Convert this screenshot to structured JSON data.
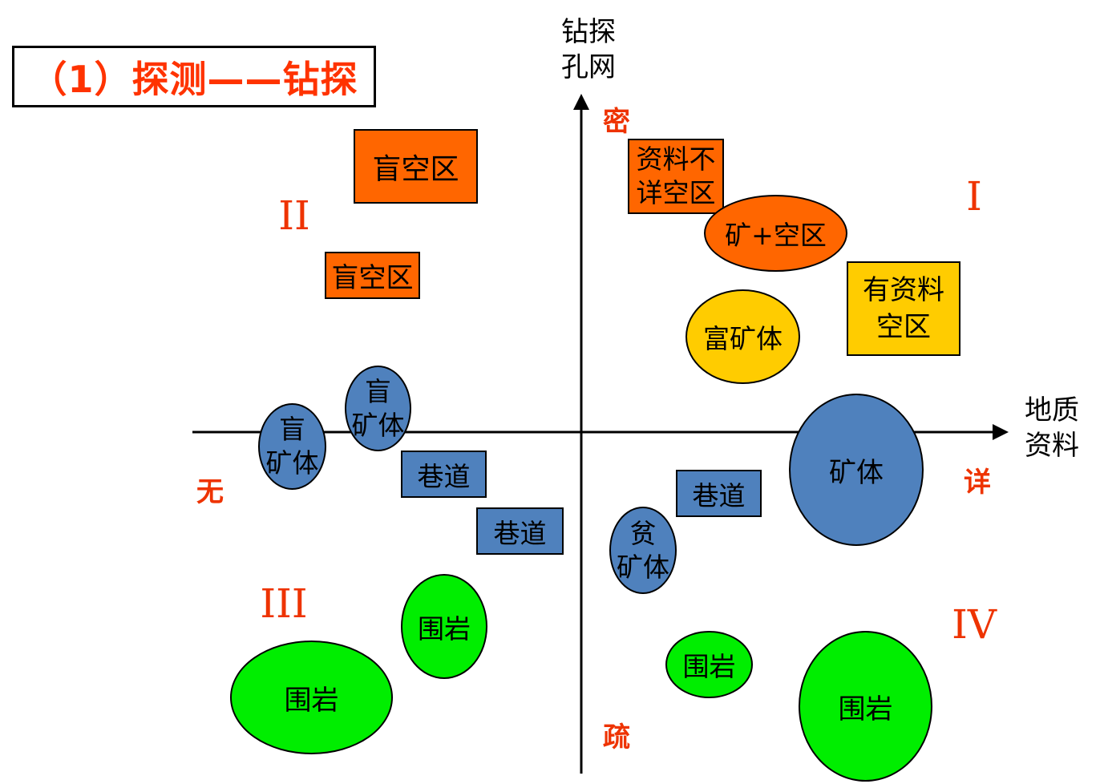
{
  "title": "（1）探测——钻探",
  "axes": {
    "y_label": "钻探\n孔网",
    "x_label": "地质\n资料",
    "y_top": "密",
    "y_bottom": "疏",
    "x_left": "无",
    "x_right": "详"
  },
  "quadrants": {
    "q1": "I",
    "q2": "II",
    "q3": "III",
    "q4": "IV"
  },
  "colors": {
    "orange": "#ff6600",
    "yellow": "#ffcc00",
    "blue": "#4f81bd",
    "green": "#00ee00",
    "accent_red": "#ee3300"
  },
  "shapes": {
    "blind_void_1": "盲空区",
    "blind_void_2": "盲空区",
    "unclear_data_void": "资料不\n详空区",
    "ore_plus_void": "矿+空区",
    "rich_orebody": "富矿体",
    "data_void": "有资料\n空区",
    "blind_orebody_1": "盲\n矿体",
    "blind_orebody_2": "盲\n矿体",
    "tunnel_1": "巷道",
    "tunnel_2": "巷道",
    "tunnel_3": "巷道",
    "orebody": "矿体",
    "poor_orebody": "贫\n矿体",
    "wall_rock_1": "围岩",
    "wall_rock_2": "围岩",
    "wall_rock_3": "围岩",
    "wall_rock_4": "围岩"
  }
}
